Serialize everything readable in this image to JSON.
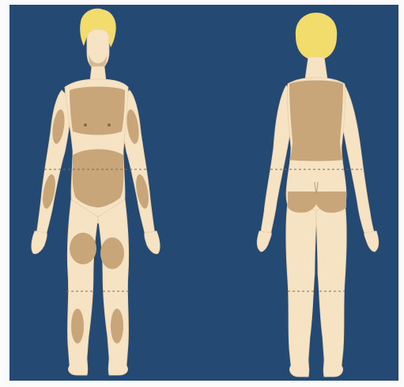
{
  "colors": {
    "background": "#244a73",
    "skin": "#f6e3c4",
    "skin_shadow": "#e8cfa8",
    "shaded_region": "#c9a679",
    "hair": "#f2dc6b",
    "dashed_line": "#7d6a4f"
  },
  "figures": [
    {
      "view": "front",
      "shaded_regions": [
        "chest",
        "left-upper-arm",
        "right-upper-arm",
        "abdomen",
        "left-forearm",
        "right-forearm",
        "left-thigh",
        "right-thigh",
        "left-calf",
        "right-calf"
      ]
    },
    {
      "view": "back",
      "shaded_regions": [
        "upper-back",
        "buttocks"
      ]
    }
  ]
}
